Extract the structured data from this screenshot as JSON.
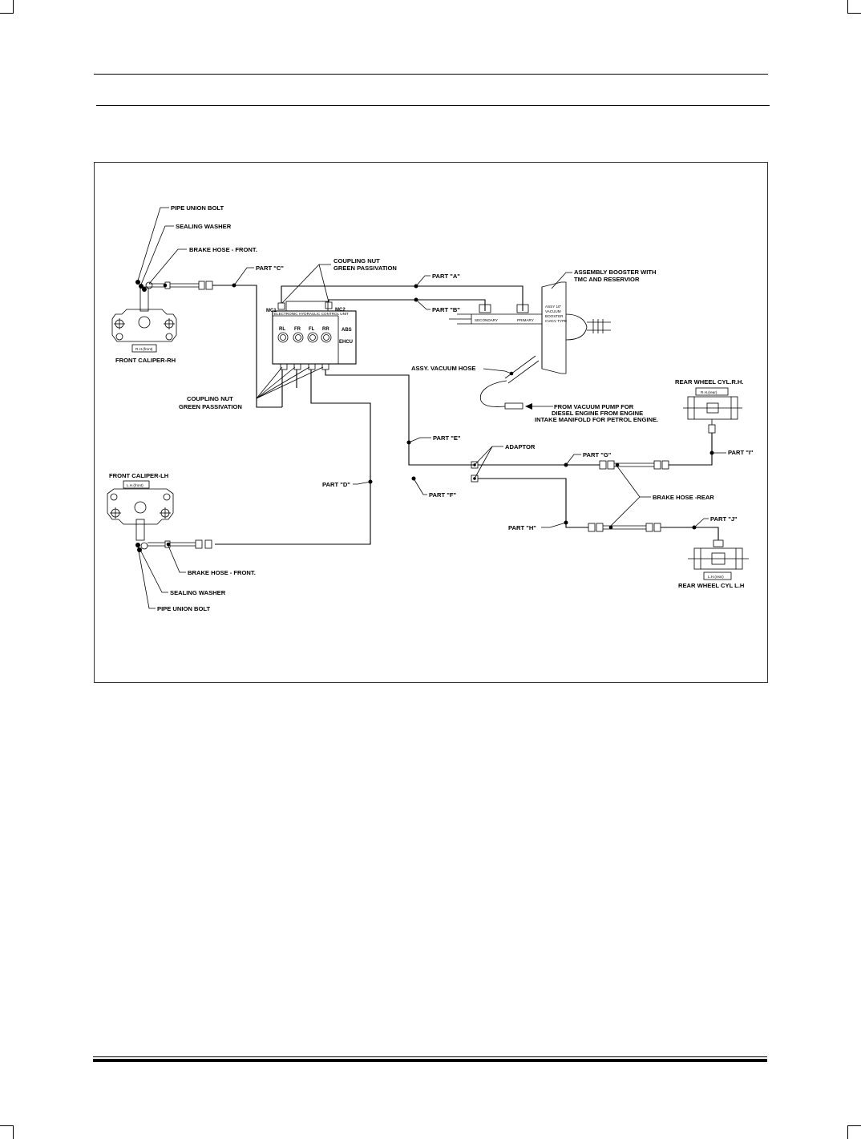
{
  "diagram": {
    "labels": {
      "pipe_union_bolt_top": "PIPE UNION BOLT",
      "sealing_washer_top": "SEALING WASHER",
      "brake_hose_front_top": "BRAKE HOSE - FRONT.",
      "part_c": "PART \"C\"",
      "coupling_nut_top_l1": "COUPLING NUT",
      "coupling_nut_top_l2": "GREEN PASSIVATION",
      "part_a": "PART \"A\"",
      "part_b": "PART \"B\"",
      "assembly_booster_l1": "ASSEMBLY BOOSTER WITH",
      "assembly_booster_l2": "TMC AND RESERVIOR",
      "mc1": "MC1",
      "mc2": "MC2",
      "hcu_caption": "ELECTRONIC HYDRAULIC CONTROL UNIT",
      "port_rl": "RL",
      "port_fr": "FR",
      "port_fl": "FL",
      "port_rr": "RR",
      "abs": "ABS",
      "ehcu": "EHCU",
      "secondary": "SECONDARY",
      "primary": "PRIMARY",
      "booster_l1": "ASSY 10\"",
      "booster_l2": "VACUUM",
      "booster_l3": "BOOSTER",
      "booster_l4": "CVICV TYPE",
      "front_caliper_rh": "FRONT CALIPER-RH",
      "rh_front_tag": "R.H.(front)",
      "assy_vacuum_hose": "ASSY. VACUUM HOSE",
      "vacuum_source_l1": "FROM VACUUM PUMP FOR",
      "vacuum_source_l2": "DIESEL ENGINE FROM ENGINE",
      "vacuum_source_l3": "INTAKE MANIFOLD FOR PETROL ENGINE.",
      "coupling_nut_bottom_l1": "COUPLING NUT",
      "coupling_nut_bottom_l2": "GREEN PASSIVATION",
      "rear_wheel_cyl_rh": "REAR WHEEL CYL.R.H.",
      "rh_rear_tag": "R.H.(rear)",
      "part_e": "PART \"E\"",
      "adaptor": "ADAPTOR",
      "part_g": "PART \"G\"",
      "part_i": "PART \"I\"",
      "front_caliper_lh": "FRONT CALIPER-LH",
      "lh_front_tag": "L.H.(front)",
      "part_d": "PART \"D\"",
      "part_f": "PART \"F\"",
      "brake_hose_rear": "BRAKE HOSE -REAR",
      "part_h": "PART \"H\"",
      "part_j": "PART \"J\"",
      "lh_rear_tag": "L.H.(rear)",
      "rear_wheel_cyl_lh": "REAR WHEEL CYL L.H",
      "brake_hose_front_bottom": "BRAKE HOSE - FRONT.",
      "sealing_washer_bottom": "SEALING WASHER",
      "pipe_union_bolt_bottom": "PIPE UNION BOLT"
    }
  }
}
